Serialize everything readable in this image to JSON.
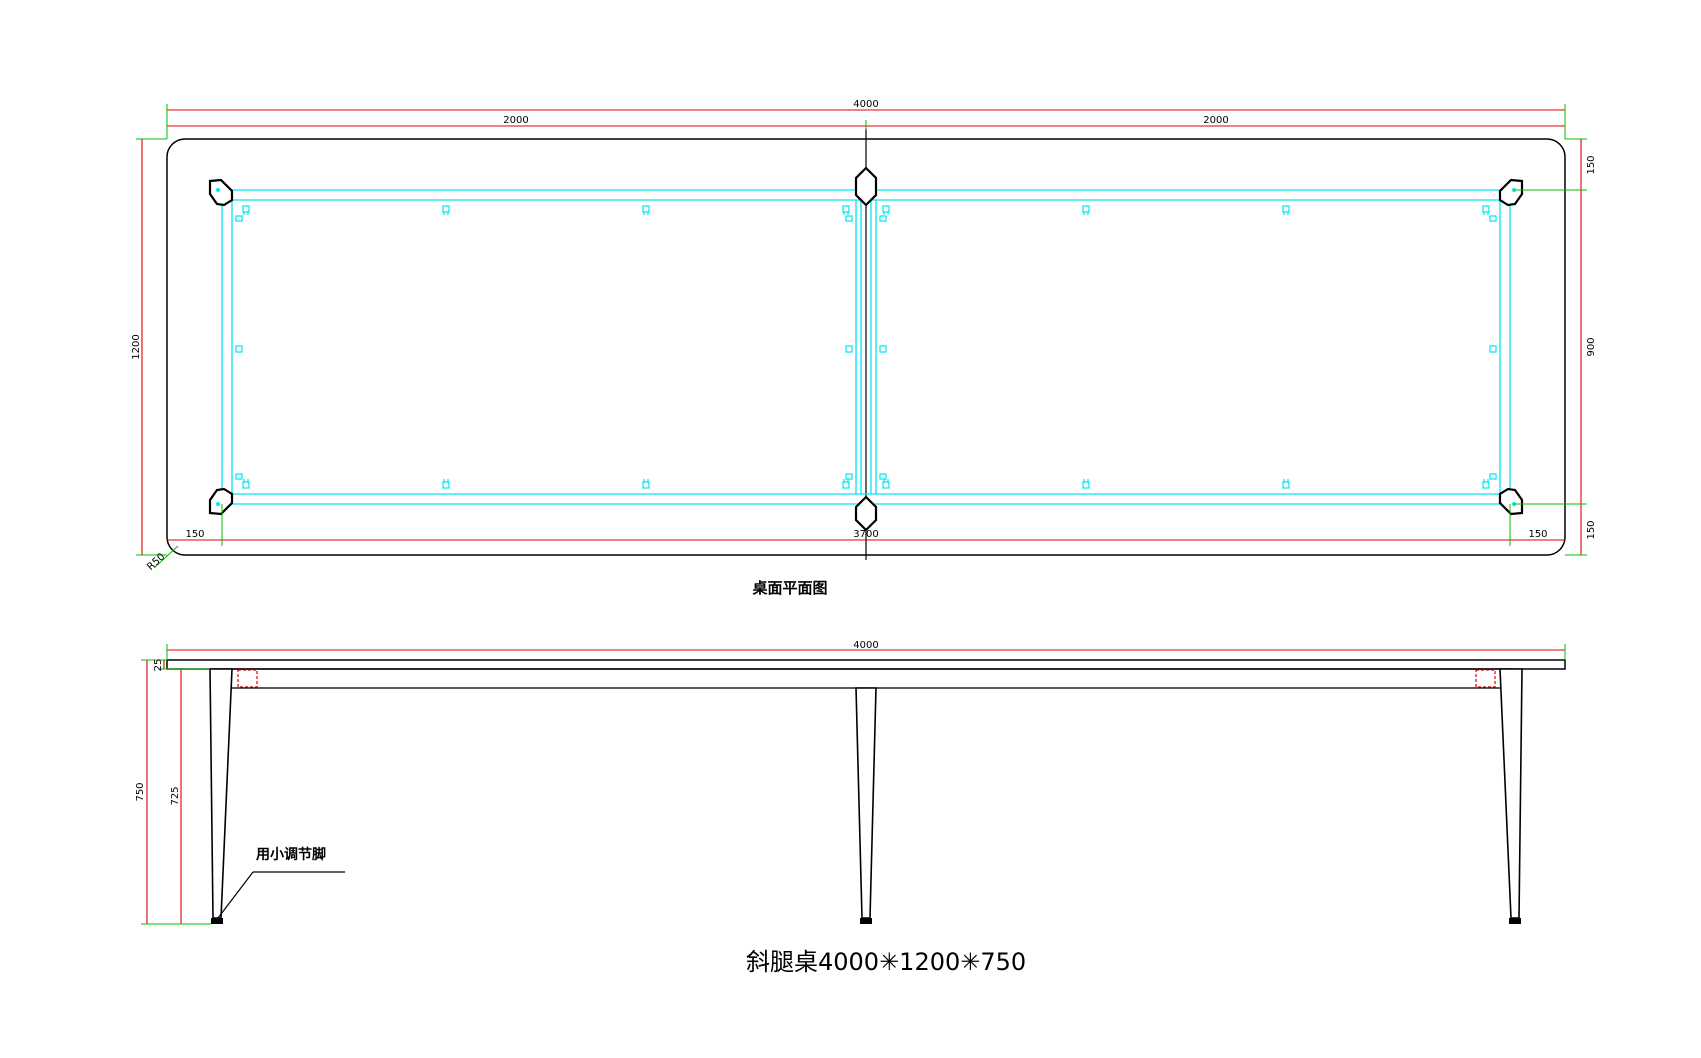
{
  "plan_view": {
    "caption": "桌面平面图",
    "overall_length": "4000",
    "half_length_left": "2000",
    "half_length_right": "2000",
    "overall_width": "1200",
    "frame_width": "900",
    "edge_offset_top": "150",
    "edge_offset_bottom": "150",
    "edge_offset_left": "150",
    "edge_offset_right": "150",
    "frame_length": "3700",
    "corner_radius": "R50"
  },
  "elevation_view": {
    "overall_length": "4000",
    "top_thickness": "25",
    "overall_height": "750",
    "leg_height": "725",
    "note": "用小调节脚"
  },
  "product_title": "斜腿桌4000✳1200✳750",
  "colors": {
    "outline": "#000000",
    "dimension_red": "#e00000",
    "extension_green": "#00c000",
    "frame_cyan": "#00e6f0"
  }
}
